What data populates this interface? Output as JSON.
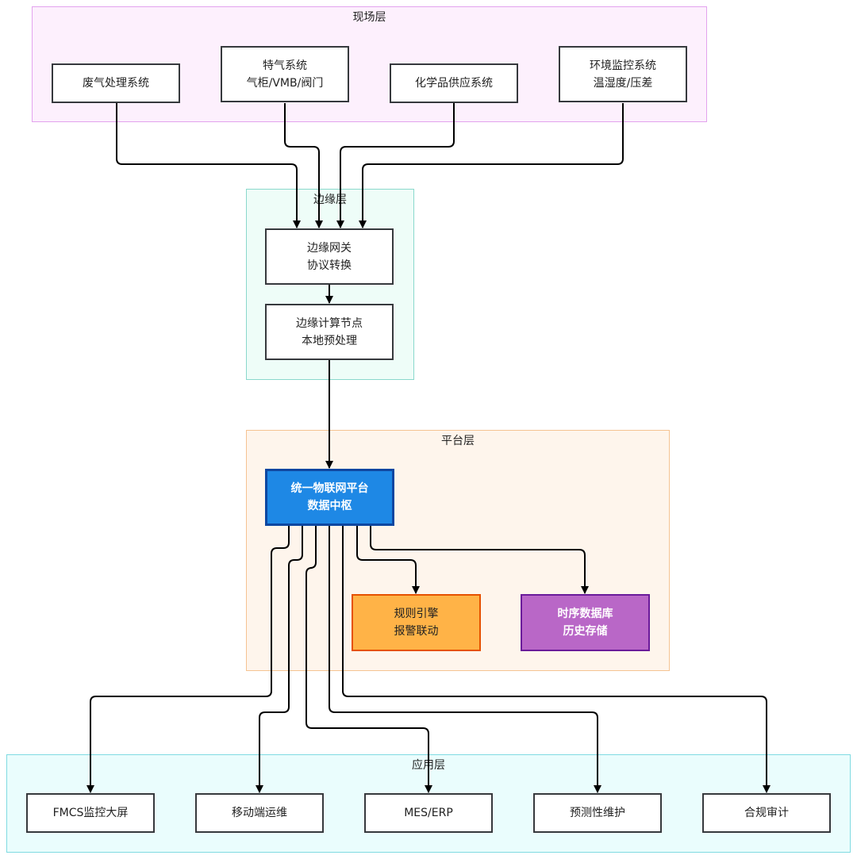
{
  "layers": {
    "field": {
      "title": "现场层",
      "fill": "#fdf0fd",
      "stroke": "#e3a3ee"
    },
    "edge": {
      "title": "边缘层",
      "fill": "#eefdf8",
      "stroke": "#8ad8cc"
    },
    "platform": {
      "title": "平台层",
      "fill": "#fef5ec",
      "stroke": "#f5c392"
    },
    "app": {
      "title": "应用层",
      "fill": "#eafdfd",
      "stroke": "#7fdbe2"
    }
  },
  "nodes": {
    "exhaust": {
      "line1": "废气处理系统",
      "line2": ""
    },
    "specialgas": {
      "line1": "特气系统",
      "line2": "气柜/VMB/阀门"
    },
    "chemical": {
      "line1": "化学品供应系统",
      "line2": ""
    },
    "envmon": {
      "line1": "环境监控系统",
      "line2": "温湿度/压差"
    },
    "gateway": {
      "line1": "边缘网关",
      "line2": "协议转换"
    },
    "compute": {
      "line1": "边缘计算节点",
      "line2": "本地预处理"
    },
    "iot": {
      "line1": "统一物联网平台",
      "line2": "数据中枢",
      "fill": "#1e88e5",
      "stroke": "#0d47a1",
      "color": "#ffffff"
    },
    "rules": {
      "line1": "规则引擎",
      "line2": "报警联动",
      "fill": "#ffb347",
      "stroke": "#e65100",
      "color": "#222222"
    },
    "tsdb": {
      "line1": "时序数据库",
      "line2": "历史存储",
      "fill": "#b967c7",
      "stroke": "#6a1b9a",
      "color": "#ffffff"
    },
    "fmcs": {
      "line1": "FMCS监控大屏",
      "line2": ""
    },
    "mobile": {
      "line1": "移动端运维",
      "line2": ""
    },
    "mes": {
      "line1": "MES/ERP",
      "line2": ""
    },
    "predictive": {
      "line1": "预测性维护",
      "line2": ""
    },
    "audit": {
      "line1": "合规审计",
      "line2": ""
    }
  },
  "edge_color": "#000000"
}
